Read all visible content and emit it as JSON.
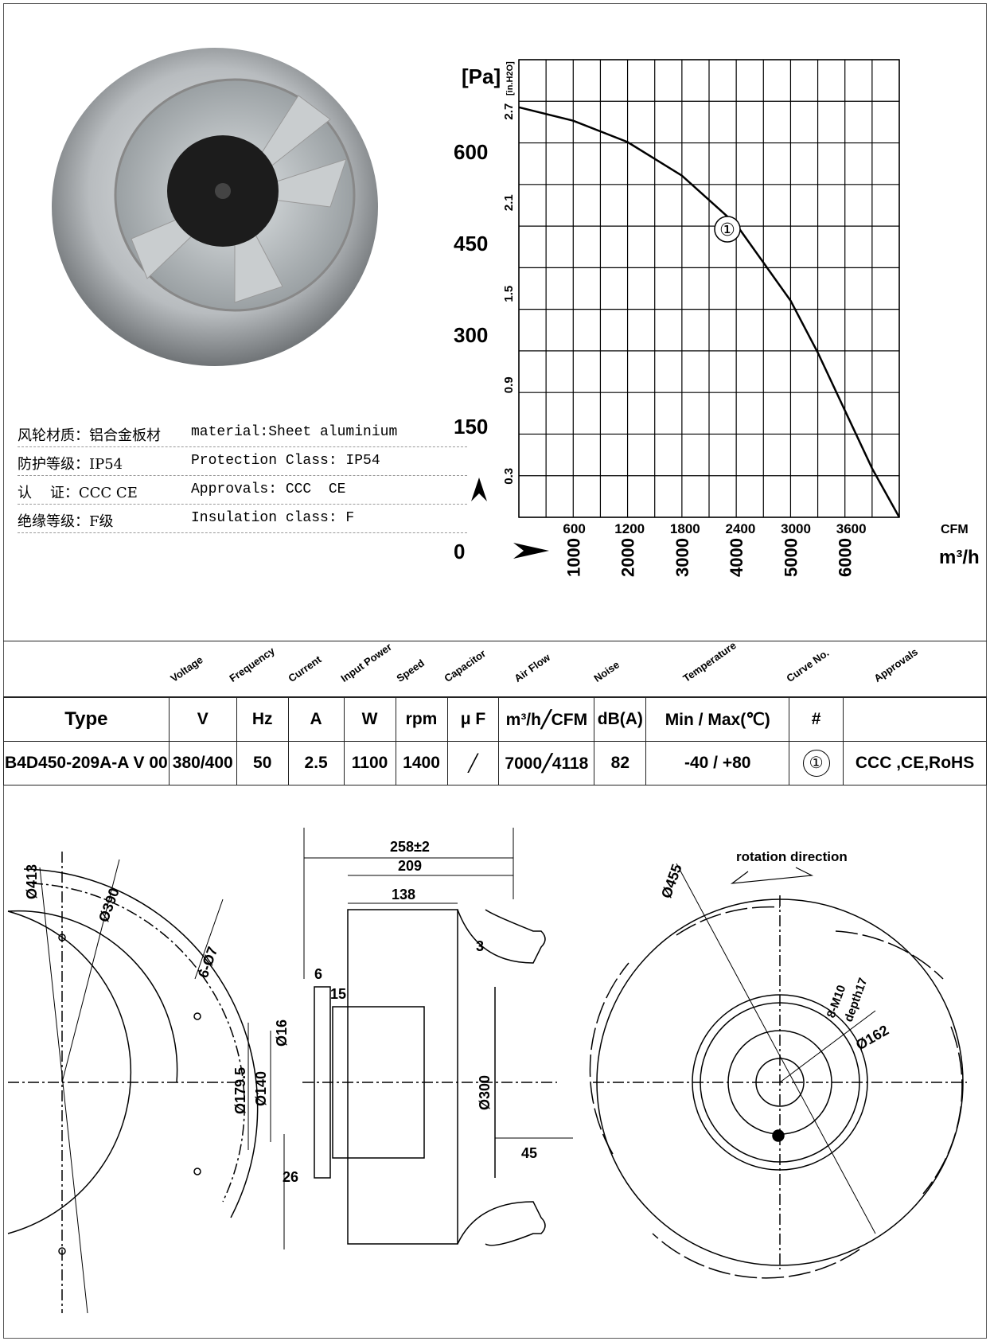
{
  "specs": [
    {
      "cn": "风轮材质：铝合金板材",
      "en": "material:Sheet aluminium"
    },
    {
      "cn": "防护等级：IP54",
      "en": "Protection Class: IP54"
    },
    {
      "cn": "认    证：CCC CE",
      "en": "Approvals: CCC  CE"
    },
    {
      "cn": "绝缘等级：F级",
      "en": "Insulation class: F"
    }
  ],
  "chart_data": {
    "type": "line",
    "y_unit_label": "[Pa]",
    "y2_unit_label": "[in.H2O]",
    "y_ticks": [
      "0",
      "150",
      "300",
      "450",
      "600"
    ],
    "y2_ticks": [
      "0.3",
      "0.9",
      "1.5",
      "2.1",
      "2.7"
    ],
    "x_cfm_ticks": [
      "600",
      "1200",
      "1800",
      "2400",
      "3000",
      "3600"
    ],
    "x_cfm_label": "CFM",
    "x_m3h_ticks": [
      "1000",
      "2000",
      "3000",
      "4000",
      "5000",
      "6000"
    ],
    "x_m3h_label": "m³/h",
    "ylim": [
      0,
      750
    ],
    "xlim": [
      0,
      7000
    ],
    "series": [
      {
        "name": "①",
        "x": [
          0,
          1000,
          2000,
          3000,
          4000,
          5000,
          5500,
          6000,
          6500,
          7000
        ],
        "y": [
          672,
          650,
          615,
          560,
          480,
          355,
          270,
          175,
          80,
          0
        ]
      }
    ],
    "curve_label": "①",
    "grid": true
  },
  "table": {
    "headers_rot": [
      "Voltage",
      "Frequency",
      "Current",
      "Input Power",
      "Speed",
      "Capacitor",
      "Air Flow",
      "Noise",
      "Temperature",
      "Curve No.",
      "Approvals"
    ],
    "units": [
      "Type",
      "V",
      "Hz",
      "A",
      "W",
      "rpm",
      "μ F",
      "m³/h╱CFM",
      "dB(A)",
      "Min / Max(℃)",
      "#",
      ""
    ],
    "row": [
      "B4D450-209A-A V 00",
      "380/400",
      "50",
      "2.5",
      "1100",
      "1400",
      "╱",
      "7000╱4118",
      "82",
      "-40 / +80",
      "①",
      "CCC ,CE,RoHS"
    ]
  },
  "drawings": {
    "left_dims": [
      "Ø413",
      "Ø390",
      "6-Ø7"
    ],
    "side_dims": [
      "258±2",
      "209",
      "138",
      "3",
      "6",
      "15",
      "Ø16",
      "Ø179.5",
      "Ø140",
      "Ø300",
      "26",
      "45"
    ],
    "right_dims": [
      "Ø455",
      "8-M10",
      "depth17",
      "Ø162"
    ],
    "rotation_label": "rotation direction"
  }
}
